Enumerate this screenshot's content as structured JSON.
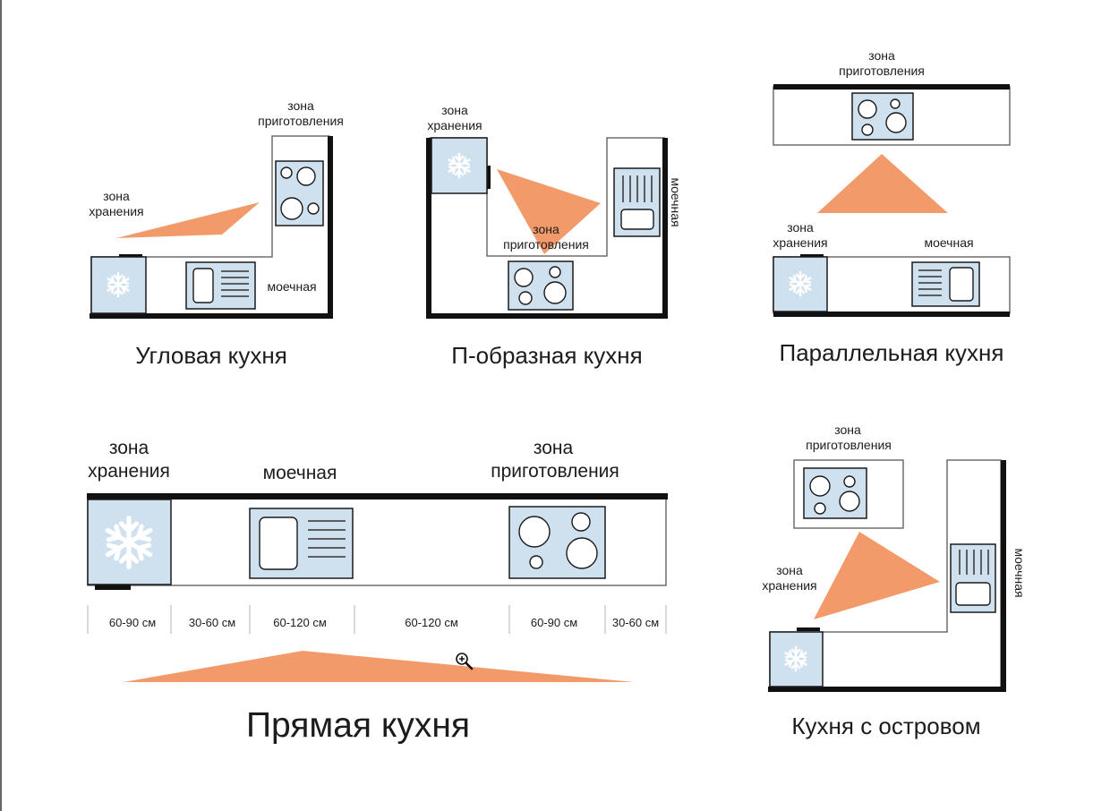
{
  "colors": {
    "zone_triangle": "#f39a6b",
    "appliance_fill": "#cfe1ef",
    "wall": "#111111",
    "cabinet_outline": "#6e6e6e"
  },
  "icons": {
    "fridge": "snowflake-icon",
    "hob": "hob-burners-icon",
    "sink": "sink-icon",
    "cursor": "zoom-in-cursor-icon"
  },
  "corner": {
    "title": "Угловая кухня",
    "cooking": [
      "зона",
      "приготовления"
    ],
    "storage": [
      "зона",
      "хранения"
    ],
    "sink": "моечная"
  },
  "ushape": {
    "title": "П-образная кухня",
    "storage": [
      "зона",
      "хранения"
    ],
    "cooking": [
      "зона",
      "приготовления"
    ],
    "sink": "моечная"
  },
  "parallel": {
    "title": "Параллельная кухня",
    "cooking": [
      "зона",
      "приготовления"
    ],
    "storage": [
      "зона",
      "хранения"
    ],
    "sink": "моечная"
  },
  "straight": {
    "title": "Прямая кухня",
    "storage": [
      "зона",
      "хранения"
    ],
    "sink": "моечная",
    "cooking": [
      "зона",
      "приготовления"
    ],
    "dimensions": [
      "60-90 см",
      "30-60 см",
      "60-120 см",
      "60-120 см",
      "60-90 см",
      "30-60 см"
    ]
  },
  "island": {
    "title": "Кухня с островом",
    "cooking": [
      "зона",
      "приготовления"
    ],
    "storage": [
      "зона",
      "хранения"
    ],
    "sink": "моечная"
  }
}
